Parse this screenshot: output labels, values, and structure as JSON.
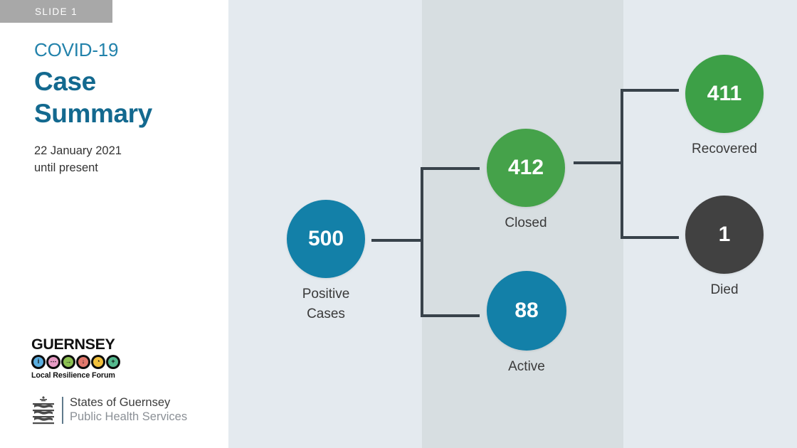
{
  "slide": {
    "badge_label": "SLIDE 1"
  },
  "left": {
    "eyebrow": "COVID-19",
    "headline_line1": "Case",
    "headline_line2": "Summary",
    "subtext_line1": "22 January 2021",
    "subtext_line2": "until present"
  },
  "logos": {
    "grlf": {
      "wordmark": "GUERNSEY",
      "tagline": "Local Resilience Forum",
      "dots": [
        {
          "name": "information-icon",
          "glyph": "i",
          "color": "#5aaee0"
        },
        {
          "name": "communication-icon",
          "glyph": "⋯",
          "color": "#e79bc4"
        },
        {
          "name": "arrow-right-icon",
          "glyph": "→",
          "color": "#8cc152"
        },
        {
          "name": "alert-icon",
          "glyph": "↓",
          "color": "#e2796e"
        },
        {
          "name": "pie-slice-icon",
          "glyph": "◔",
          "color": "#f2c13c"
        },
        {
          "name": "plus-icon",
          "glyph": "+",
          "color": "#55b98e"
        }
      ]
    },
    "states_of_guernsey": {
      "line1": "States of Guernsey",
      "line2": "Public Health Services"
    }
  },
  "chart_data": {
    "type": "diagram",
    "title": "COVID-19 Case Summary",
    "subtitle": "22 January 2021 until present",
    "layout": "left-to-right flow tree with bracket connectors",
    "nodes": [
      {
        "id": "positive",
        "label": "Positive\nCases",
        "label_line1": "Positive",
        "label_line2": "Cases",
        "value": 500,
        "color": "#1380a8",
        "level": 0
      },
      {
        "id": "closed",
        "label": "Closed",
        "value": 412,
        "color": "#45a24a",
        "level": 1
      },
      {
        "id": "active",
        "label": "Active",
        "value": 88,
        "color": "#1380a8",
        "level": 1
      },
      {
        "id": "recovered",
        "label": "Recovered",
        "value": 411,
        "color": "#3da047",
        "level": 2
      },
      {
        "id": "died",
        "label": "Died",
        "value": 1,
        "color": "#414141",
        "level": 2
      }
    ],
    "edges": [
      {
        "from": "positive",
        "to": "closed"
      },
      {
        "from": "positive",
        "to": "active"
      },
      {
        "from": "closed",
        "to": "recovered"
      },
      {
        "from": "closed",
        "to": "died"
      }
    ],
    "categories": [
      "Positive Cases",
      "Closed",
      "Active",
      "Recovered",
      "Died"
    ],
    "values": [
      500,
      412,
      88,
      411,
      1
    ]
  },
  "colors": {
    "brand_blue": "#13698f",
    "eyebrow_blue": "#2282ab",
    "node_blue": "#1380a8",
    "node_green": "#45a24a",
    "node_dark": "#414141",
    "connector": "#38424a",
    "panel_light": "#e4eaef",
    "panel_dark": "#d7dee1",
    "badge_gray": "#a8a8a8"
  }
}
